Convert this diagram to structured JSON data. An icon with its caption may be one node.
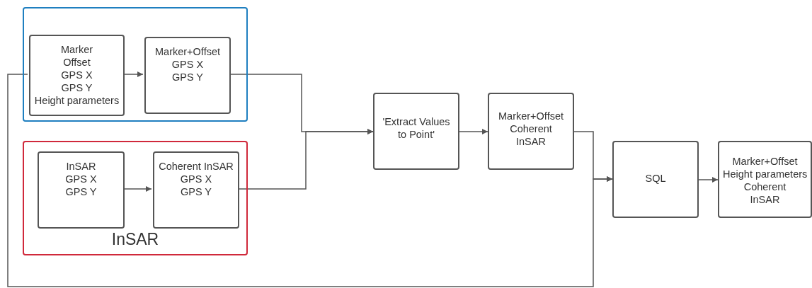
{
  "diagram": {
    "nodes": [
      {
        "text": [],
        "shape": "box"
      },
      {
        "text": [
          "Marker",
          "Offset",
          "GPS X",
          "GPS Y",
          "Height parameters"
        ],
        "in": 0
      },
      {
        "text": [
          "Marker+Offset",
          "GPS X",
          "GPS Y"
        ],
        "in": 0
      },
      {
        "text": [
          "InSAR"
        ]
      },
      {
        "text": [
          "InSAR",
          "GPS X",
          "GPS Y"
        ],
        "in": 3
      },
      {
        "text": [
          "Coherent InSAR",
          "GPS X",
          "GPS Y"
        ],
        "in": 3
      },
      {
        "text": [
          "'Extract Values to Point'"
        ]
      },
      {
        "text": [
          "Marker+Offset",
          "Coherent",
          "InSAR"
        ]
      },
      {
        "text": [
          "SQL"
        ]
      },
      {
        "text": [
          "Marker+Offset",
          "Height parameters",
          "Coherent",
          "InSAR"
        ]
      }
    ],
    "edges": [
      {
        "from": 1,
        "to": 2,
        "arrow": "to"
      },
      {
        "from": 4,
        "to": 5,
        "arrow": "to"
      },
      {
        "from": 2,
        "to": 6,
        "arrow": "to"
      },
      {
        "from": 5,
        "to": 6,
        "arrow": "to"
      },
      {
        "from": 6,
        "to": 7,
        "arrow": "to"
      },
      {
        "from": 7,
        "to": 8,
        "arrow": "to"
      },
      {
        "from": 1,
        "to": 8,
        "arrow": "to"
      },
      {
        "from": 8,
        "to": 9,
        "arrow": "to"
      }
    ]
  }
}
